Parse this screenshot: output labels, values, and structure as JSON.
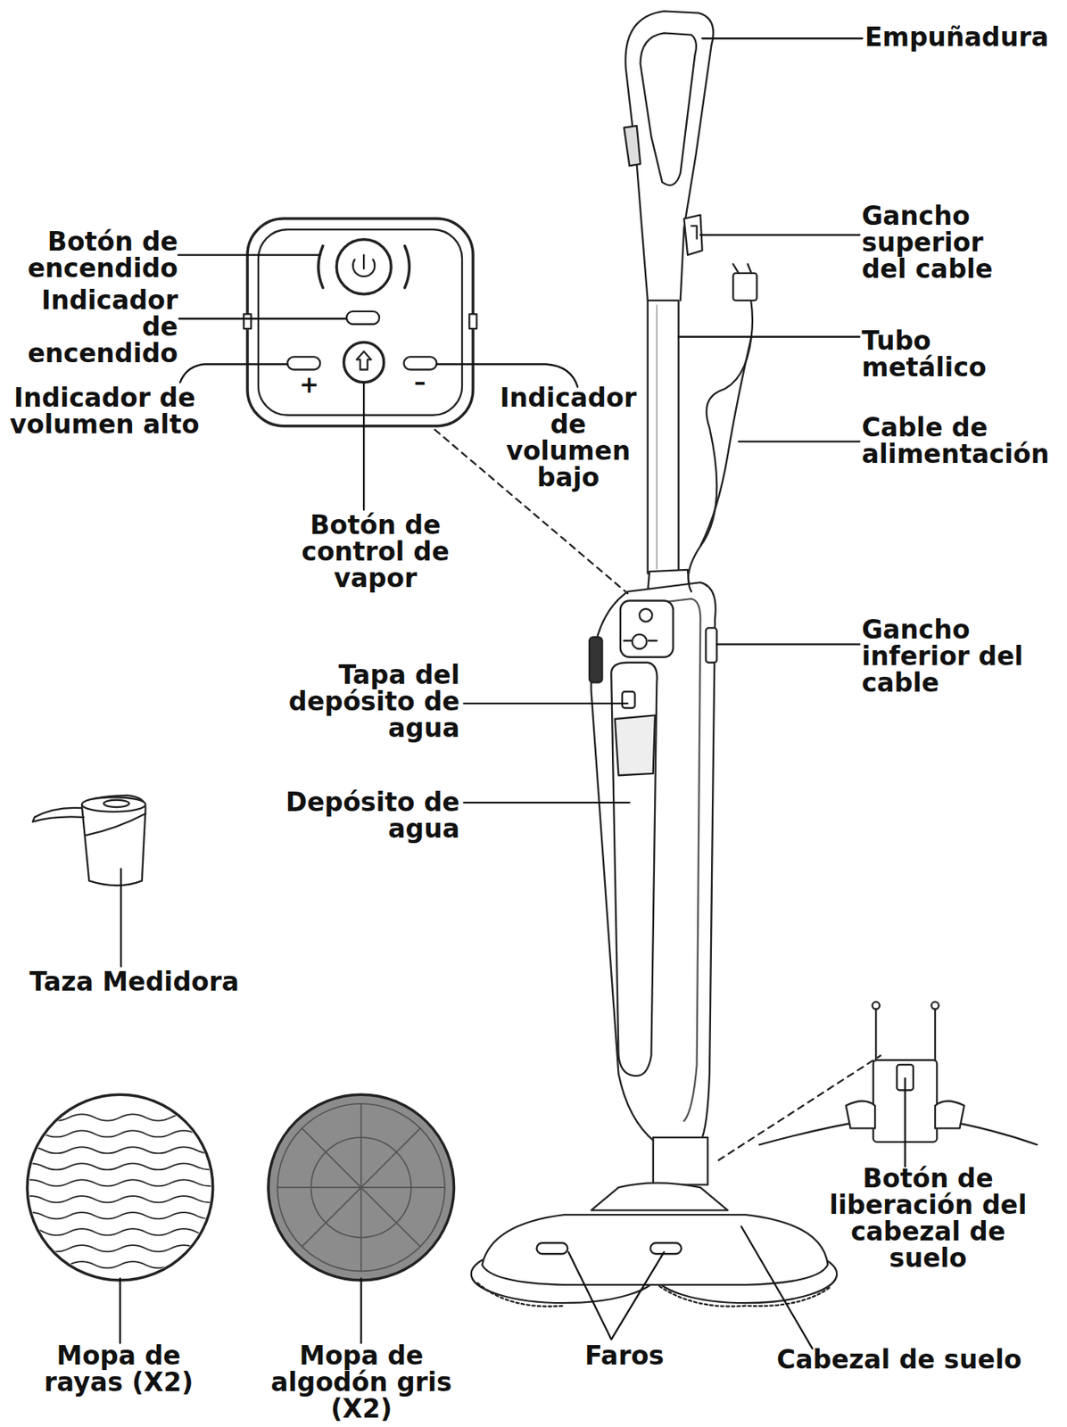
{
  "diagram": {
    "labels": [
      "Empuñadura",
      "Botón de encendido",
      "Indicador de encendido",
      "Indicador de volumen alto",
      "+",
      "–",
      "Gancho superior del cable",
      "Tubo metálico",
      "Cable de alimentación",
      "Indicador de volumen bajo",
      "Botón de control de vapor",
      "Gancho inferior del cable",
      "Tapa del depósito de agua",
      "Depósito de agua",
      "Taza Medidora",
      "Botón de liberación del cabezal de suelo",
      "Mopa de rayas (X2)",
      "Mopa de algodón gris (X2)",
      "Faros",
      "Cabezal de suelo"
    ]
  }
}
